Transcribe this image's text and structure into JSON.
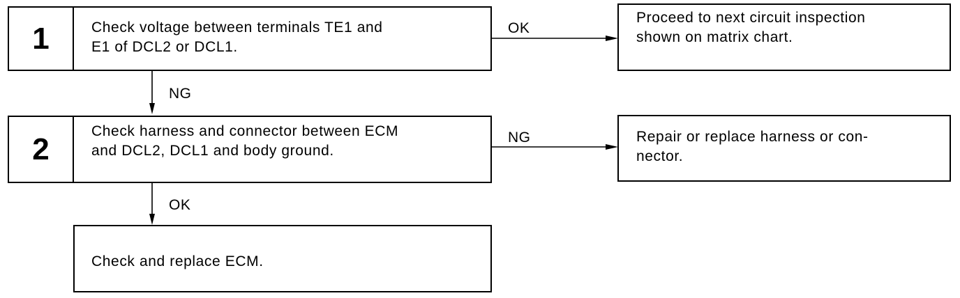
{
  "steps": [
    {
      "number": "1",
      "text": "Check voltage between terminals TE1 and\nE1 of DCL2 or DCL1.",
      "right_label": "OK",
      "right_result": "Proceed to next circuit inspection\nshown on matrix chart.",
      "down_label": "NG"
    },
    {
      "number": "2",
      "text": "Check harness and connector between ECM\nand DCL2, DCL1 and body ground.",
      "right_label": "NG",
      "right_result": "Repair or replace harness or con-\nnector.",
      "down_label": "OK"
    }
  ],
  "final_step": {
    "text": "Check and replace ECM."
  }
}
